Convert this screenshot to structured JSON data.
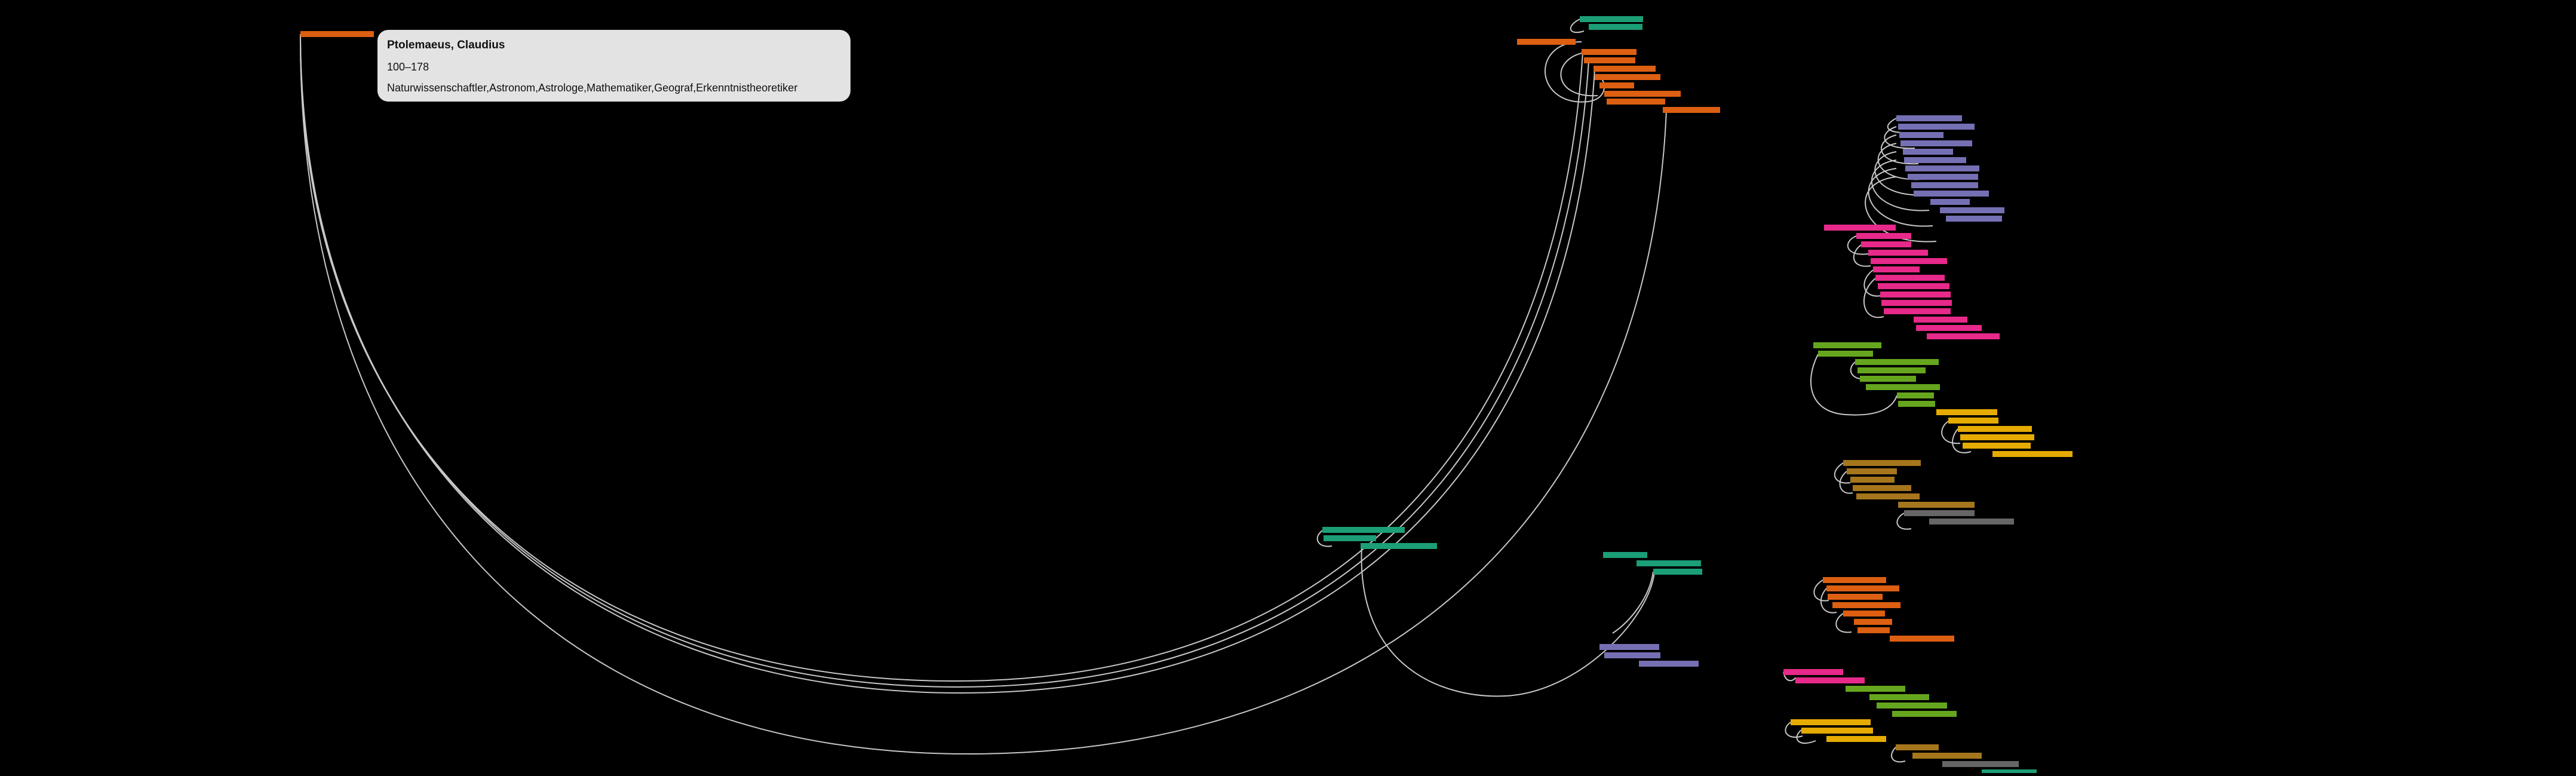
{
  "tooltip": {
    "name": "Ptolemaeus, Claudius",
    "years": "100–178",
    "roles": "Naturwissenschaftler,Astronom,Astrologe,Mathematiker,Geograf,Erkenntnistheoretiker"
  },
  "colors": {
    "background": "#000000",
    "arc": "#c8c8c8",
    "orange": "#dd5f12",
    "teal": "#1c9e77",
    "purple": "#7570b3",
    "pink": "#e7298a",
    "green": "#66a61e",
    "yellow": "#e6ab02",
    "brown": "#a6761d",
    "gray": "#666666"
  }
}
